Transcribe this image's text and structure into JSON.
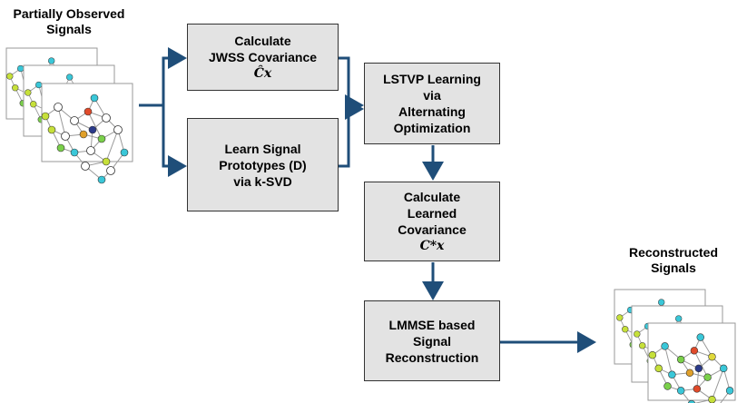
{
  "input_label": [
    "Partially Observed",
    "Signals"
  ],
  "output_label": [
    "Reconstructed",
    "Signals"
  ],
  "boxes": {
    "jwss": {
      "lines": [
        "Calculate",
        "JWSS Covariance"
      ],
      "symbol": "Ĉx"
    },
    "prototypes": {
      "lines": [
        "Learn Signal",
        "Prototypes (D)",
        "via k-SVD"
      ]
    },
    "lstvp": {
      "lines": [
        "LSTVP Learning",
        "via",
        "Alternating",
        "Optimization"
      ]
    },
    "learned_cov": {
      "lines": [
        "Calculate",
        "Learned",
        "Covariance"
      ],
      "symbol": "C*x"
    },
    "lmmse": {
      "lines": [
        "LMMSE based",
        "Signal",
        "Reconstruction"
      ]
    }
  },
  "colors": {
    "arrow": "#1f4e79",
    "box_fill": "#e3e3e3",
    "box_border": "#333333"
  }
}
